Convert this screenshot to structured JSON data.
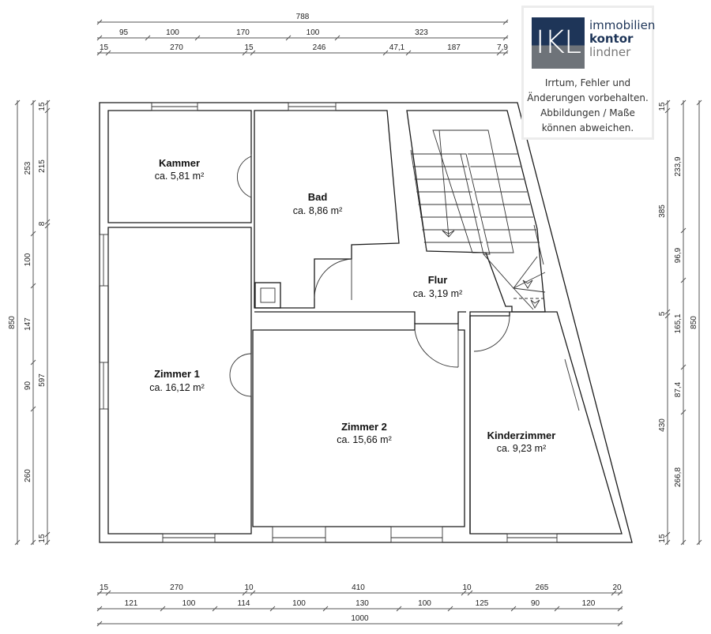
{
  "logo": {
    "mark": "IKL",
    "line1": "immobilien",
    "line2": "kontor",
    "line3": "lindner",
    "colors": {
      "navy": "#1e3558",
      "grey": "#6e7379"
    }
  },
  "disclaimer": [
    "Irrtum, Fehler und",
    "Änderungen vorbehalten.",
    "Abbildungen / Maße",
    "können abweichen."
  ],
  "rooms": [
    {
      "name": "Kammer",
      "area": "ca. 5,81 m²"
    },
    {
      "name": "Bad",
      "area": "ca. 8,86 m²"
    },
    {
      "name": "Flur",
      "area": "ca. 3,19 m²"
    },
    {
      "name": "Zimmer 1",
      "area": "ca. 16,12 m²"
    },
    {
      "name": "Zimmer 2",
      "area": "ca. 15,66 m²"
    },
    {
      "name": "Kinderzimmer",
      "area": "ca. 9,23 m²"
    }
  ],
  "dimensions": {
    "top": [
      [
        "788"
      ],
      [
        "95",
        "100",
        "170",
        "100",
        "323"
      ],
      [
        "15",
        "270",
        "15",
        "246",
        "47,1",
        "187",
        "7,9"
      ]
    ],
    "bottom": [
      [
        "15",
        "270",
        "10",
        "410",
        "10",
        "265",
        "20"
      ],
      [
        "121",
        "100",
        "114",
        "100",
        "130",
        "100",
        "125",
        "90",
        "120"
      ],
      [
        "1000"
      ]
    ],
    "left": [
      [
        "850"
      ],
      [
        "253",
        "100",
        "147",
        "90",
        "260"
      ],
      [
        "15",
        "215",
        "8",
        "597",
        "15"
      ]
    ],
    "right": [
      [
        "15",
        "385",
        "5",
        "430",
        "15"
      ],
      [
        "233,9",
        "96,9",
        "165,1",
        "87,4",
        "266,8"
      ],
      [
        "850"
      ]
    ]
  }
}
